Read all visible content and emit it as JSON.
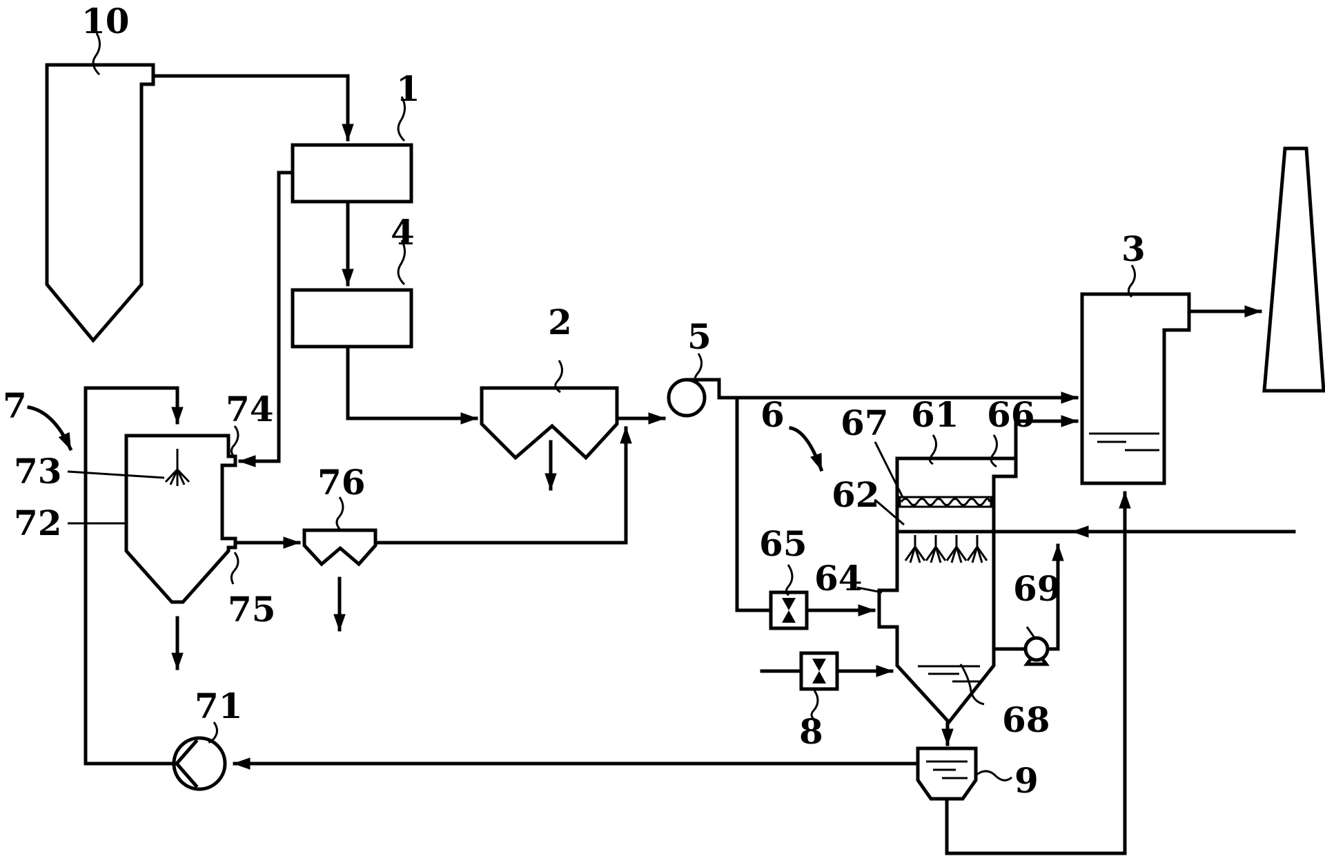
{
  "diagram": {
    "labels": {
      "l1": "1",
      "l2": "2",
      "l3": "3",
      "l4": "4",
      "l5": "5",
      "l6": "6",
      "l7": "7",
      "l8": "8",
      "l9": "9",
      "l10": "10",
      "l61": "61",
      "l62": "62",
      "l64": "64",
      "l65": "65",
      "l66": "66",
      "l67": "67",
      "l68": "68",
      "l69": "69",
      "l71": "71",
      "l72": "72",
      "l73": "73",
      "l74": "74",
      "l75": "75",
      "l76": "76"
    }
  }
}
